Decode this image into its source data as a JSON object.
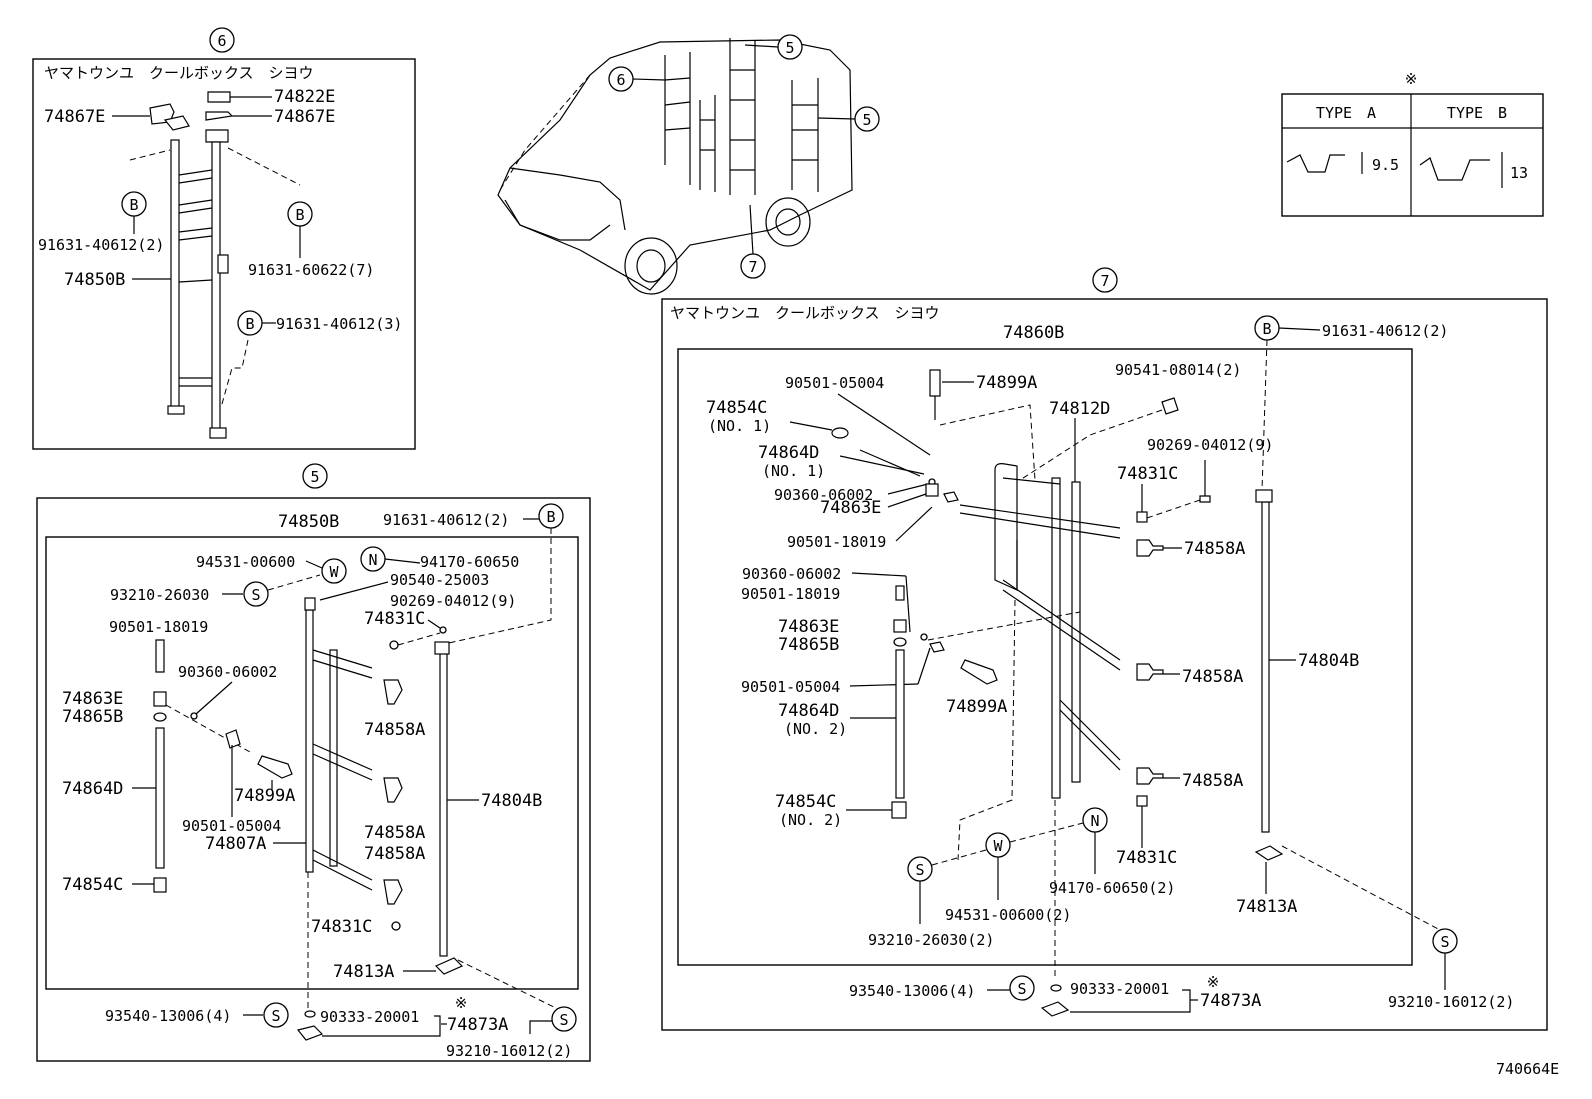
{
  "markers": {
    "m6": "6",
    "m5": "5",
    "m7": "7",
    "v5a": "5",
    "v5b": "5",
    "v6": "6",
    "v7": "7"
  },
  "section6": {
    "caption": "ヤマトウンユ　クールボックス　シヨウ",
    "p74867E_a": "74867E",
    "p74822E": "74822E",
    "p74867E_b": "74867E",
    "bL": "B",
    "p91631_40612_2": "91631-40612(2)",
    "bR": "B",
    "p91631_60622_7": "91631-60622(7)",
    "p74850B": "74850B",
    "bB": "B",
    "p91631_40612_3": "91631-40612(3)"
  },
  "type_table": {
    "mark": "※",
    "headers": [
      "TYPE　A",
      "TYPE　B"
    ],
    "dims": [
      "9.5",
      "13"
    ]
  },
  "section5": {
    "p74850B": "74850B",
    "p91631_40612_2": "91631-40612(2)",
    "bB": "B",
    "p94531": "94531-00600",
    "w": "W",
    "n": "N",
    "p94170": "94170-60650",
    "p93210_26030": "93210-26030",
    "s1": "S",
    "p90540": "90540-25003",
    "p90269": "90269-04012(9)",
    "p74831C_a": "74831C",
    "p90501_18019": "90501-18019",
    "p90360": "90360-06002",
    "p74863E": "74863E",
    "p74865B": "74865B",
    "p74858A_a": "74858A",
    "p74864D": "74864D",
    "p74899A": "74899A",
    "p74804B": "74804B",
    "p90501_05004": "90501-05004",
    "p74858A_b": "74858A",
    "p74858A_c": "74858A",
    "p74807A": "74807A",
    "p74854C": "74854C",
    "p74831C_b": "74831C",
    "p74813A": "74813A",
    "mark": "※",
    "p93540": "93540-13006(4)",
    "s2": "S",
    "p90333": "90333-20001",
    "p74873A": "74873A",
    "s3": "S",
    "p93210_16012": "93210-16012(2)"
  },
  "section7": {
    "caption": "ヤマトウンユ　クールボックス　シヨウ",
    "p74860B": "74860B",
    "bB": "B",
    "p91631_40612_2": "91631-40612(2)",
    "p90501_05004_a": "90501-05004",
    "p74899A_a": "74899A",
    "p90541": "90541-08014(2)",
    "p74854C_1": "74854C",
    "no1a": "(NO. 1)",
    "p74812D": "74812D",
    "p74864D_1": "74864D",
    "no1b": "(NO. 1)",
    "p90269": "90269-04012(9)",
    "p74831C_a": "74831C",
    "p90360_a": "90360-06002",
    "p74863E_a": "74863E",
    "p90501_18019_a": "90501-18019",
    "p74858A_a": "74858A",
    "p90360_b": "90360-06002",
    "p90501_18019_b": "90501-18019",
    "p74863E_b": "74863E",
    "p74865B": "74865B",
    "p74804B": "74804B",
    "p74858A_b": "74858A",
    "p90501_05004_b": "90501-05004",
    "p74899A_b": "74899A",
    "p74864D_2": "74864D",
    "no2a": "(NO. 2)",
    "p74858A_c": "74858A",
    "p74854C_2": "74854C",
    "no2b": "(NO. 2)",
    "p74831C_b": "74831C",
    "s1": "S",
    "w": "W",
    "n": "N",
    "p74813A": "74813A",
    "p94531": "94531-00600(2)",
    "p94170": "94170-60650(2)",
    "p93210_26030": "93210-26030(2)",
    "s2": "S",
    "p93540": "93540-13006(4)",
    "s3": "S",
    "mark": "※",
    "p90333": "90333-20001",
    "p74873A": "74873A",
    "p93210_16012": "93210-16012(2)"
  },
  "figure_id": "740664E"
}
